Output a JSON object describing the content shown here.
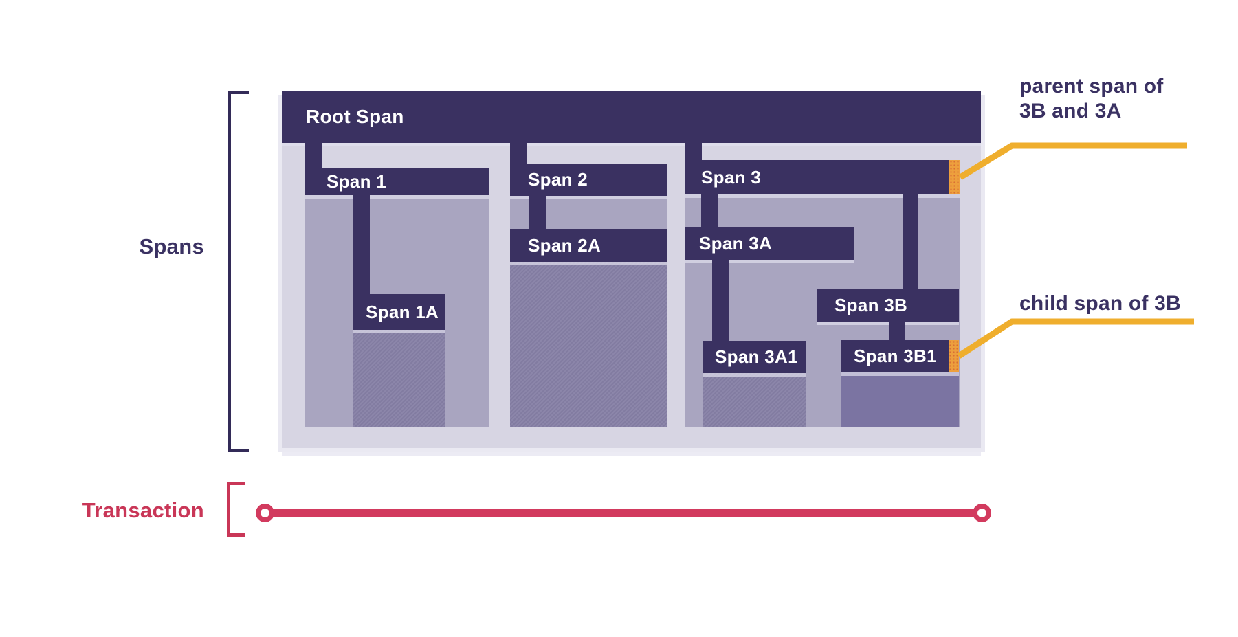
{
  "side_labels": {
    "spans": "Spans",
    "transaction": "Transaction"
  },
  "bars": {
    "root": "Root Span",
    "span1": "Span 1",
    "span1a": "Span 1A",
    "span2": "Span 2",
    "span2a": "Span 2A",
    "span3": "Span 3",
    "span3a": "Span 3A",
    "span3a1": "Span 3A1",
    "span3b": "Span 3B",
    "span3b1": "Span 3B1"
  },
  "annotations": {
    "parent_line1": "parent span of",
    "parent_line2": "3B and 3A",
    "child": "child span of 3B"
  },
  "relationships": [
    {
      "span": "Root Span",
      "parent": null
    },
    {
      "span": "Span 1",
      "parent": "Root Span"
    },
    {
      "span": "Span 1A",
      "parent": "Span 1"
    },
    {
      "span": "Span 2",
      "parent": "Root Span"
    },
    {
      "span": "Span 2A",
      "parent": "Span 2"
    },
    {
      "span": "Span 3",
      "parent": "Root Span"
    },
    {
      "span": "Span 3A",
      "parent": "Span 3"
    },
    {
      "span": "Span 3A1",
      "parent": "Span 3A"
    },
    {
      "span": "Span 3B",
      "parent": "Span 3"
    },
    {
      "span": "Span 3B1",
      "parent": "Span 3B"
    }
  ],
  "highlights": [
    {
      "marker_on": "Span 3",
      "meaning": "parent span of 3B and 3A"
    },
    {
      "marker_on": "Span 3B1",
      "meaning": "child span of 3B"
    }
  ],
  "colors": {
    "bar_dark_purple": "#3a3161",
    "body_medium_purple": "#a9a5c0",
    "body_deep_purple": "#8781a6",
    "panel_lavender": "#d7d5e3",
    "highlight_orange": "#ed9f3d",
    "callout_yellow": "#efae2d",
    "transaction_red": "#d23a5e",
    "label_navy": "#3a3162",
    "label_crimson": "#c93657"
  }
}
